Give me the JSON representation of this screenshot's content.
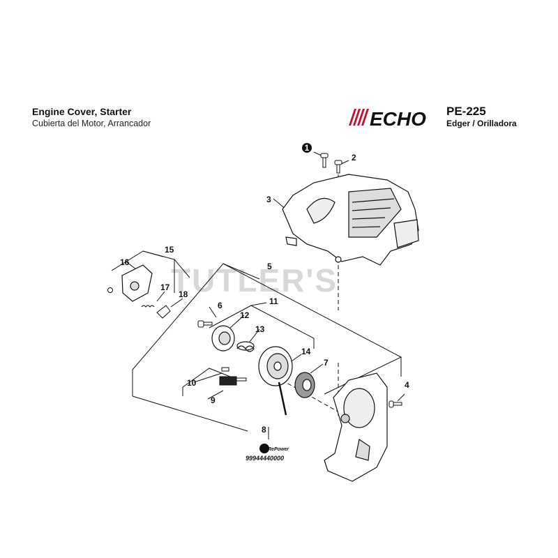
{
  "header": {
    "title_en": "Engine Cover, Starter",
    "title_es": "Cubierta del Motor, Arrancador",
    "brand": "ECHO",
    "model": "PE-225",
    "model_sub": "Edger / Orilladora"
  },
  "watermark": "TUTLER'S",
  "callouts": {
    "c1": "1",
    "c2": "2",
    "c3": "3",
    "c4": "4",
    "c5": "5",
    "c6": "6",
    "c7": "7",
    "c8": "8",
    "c9": "9",
    "c10": "10",
    "c11": "11",
    "c12": "12",
    "c13": "13",
    "c14": "14",
    "c15": "15",
    "c16": "16",
    "c17": "17",
    "c18": "18"
  },
  "repower": {
    "logo_text": "RePower",
    "part_number": "99944440000"
  },
  "colors": {
    "ink": "#111111",
    "brand_red": "#c8102e",
    "watermark": "#d8d8d8"
  }
}
